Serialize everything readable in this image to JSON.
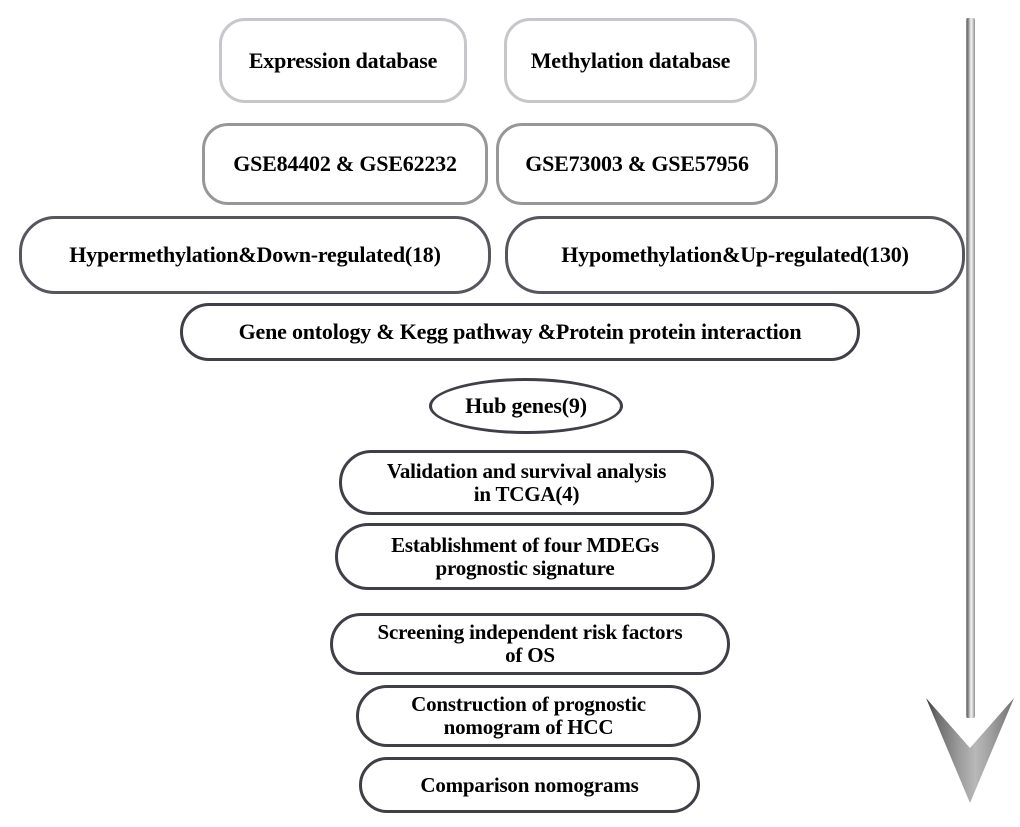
{
  "figure": {
    "type": "flowchart",
    "orientation": "top-to-bottom",
    "background_color": "#ffffff",
    "palette": {
      "tier1_border": "#c6c6cb",
      "tier2_border": "#979799",
      "tier3_border": "#56565f",
      "tier4_border": "#3f3f47",
      "text_color": "#000000",
      "arrow_light": "#f2f2f2",
      "arrow_dark": "#6e6e6e"
    }
  },
  "nodes": {
    "expression_database": "Expression database",
    "methylation_database": "Methylation database",
    "gse_expression": "GSE84402 & GSE62232",
    "gse_methylation": "GSE73003 & GSE57956",
    "hyper_down": "Hypermethylation&Down-regulated(18)",
    "hypo_up": "Hypomethylation&Up-regulated(130)",
    "enrichment": "Gene ontology & Kegg pathway &Protein protein interaction",
    "hub_genes": "Hub genes(9)",
    "validation": "Validation and survival analysis\nin TCGA(4)",
    "establishment": "Establishment of four MDEGs\nprognostic signature",
    "screening": "Screening independent risk factors\nof OS",
    "construction": "Construction of prognostic\nnomogram of HCC",
    "comparison": "Comparison nomograms"
  },
  "counts": {
    "hypermethylated_down_regulated": 18,
    "hypomethylated_up_regulated": 130,
    "hub_genes": 9,
    "tcga_validated_genes": 4
  },
  "arrow": {
    "direction": "down",
    "name": "workflow-direction-arrow"
  }
}
